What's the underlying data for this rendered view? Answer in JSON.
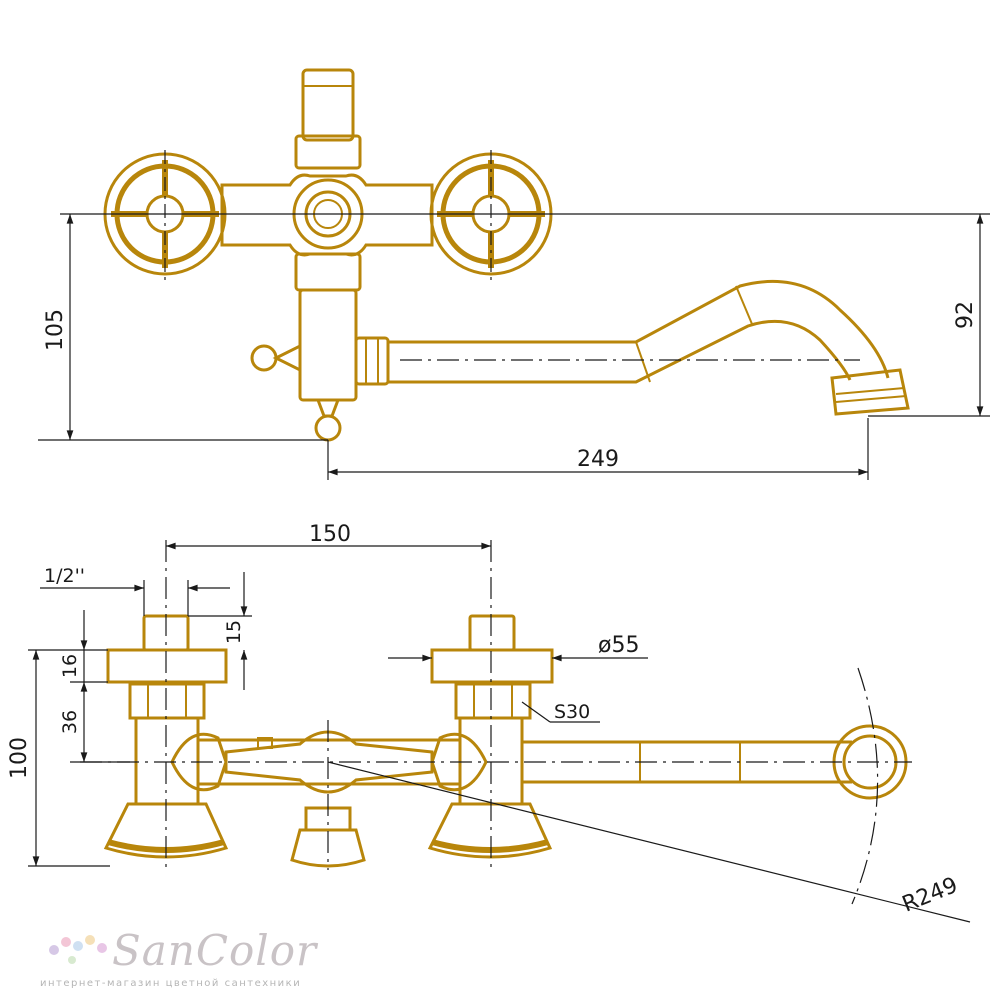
{
  "dimensions": {
    "top_view": {
      "height_left": "105",
      "height_right": "92",
      "length": "249"
    },
    "front_view": {
      "center_distance": "150",
      "thread": "1/2''",
      "thread_depth": "15",
      "flange_height": "16",
      "nut_height": "36",
      "total_height": "100",
      "diameter": "ø55",
      "wrench_size": "S30",
      "radius": "R249"
    }
  },
  "colors": {
    "fixture": "#b8860b",
    "dimension": "#1a1a1a"
  },
  "logo": {
    "name": "SanColor",
    "tagline": "интернет-магазин цветной сантехники"
  }
}
